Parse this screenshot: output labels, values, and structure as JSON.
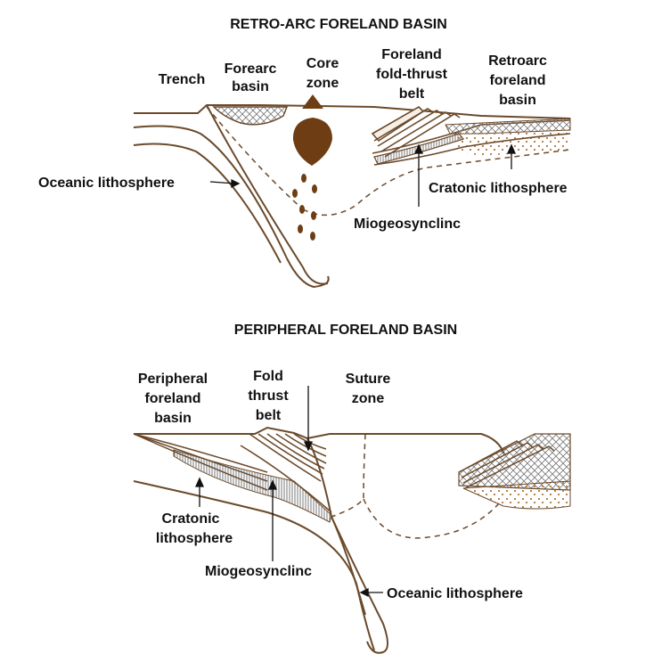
{
  "colors": {
    "outline": "#6b4a2b",
    "core": "#6e3d14",
    "sediment_fill": "#c9a37a",
    "hatch": "#8a7a6a",
    "text": "#111111"
  },
  "top_diagram": {
    "title": "RETRO-ARC FORELAND BASIN",
    "labels": {
      "trench": "Trench",
      "forearc_1": "Forearc",
      "forearc_2": "basin",
      "core_1": "Core",
      "core_2": "zone",
      "foreland_1": "Foreland",
      "foreland_2": "fold-thrust",
      "foreland_3": "belt",
      "retroarc_1": "Retroarc",
      "retroarc_2": "foreland",
      "retroarc_3": "basin",
      "oceanic": "Oceanic lithosphere",
      "cratonic": "Cratonic lithosphere",
      "miogeo": "Miogeosynclinc"
    }
  },
  "bottom_diagram": {
    "title": "PERIPHERAL FORELAND BASIN",
    "labels": {
      "peripheral_1": "Peripheral",
      "peripheral_2": "foreland",
      "peripheral_3": "basin",
      "fold_1": "Fold",
      "fold_2": "thrust",
      "fold_3": "belt",
      "suture_1": "Suture",
      "suture_2": "zone",
      "cratonic_1": "Cratonic",
      "cratonic_2": "lithosphere",
      "miogeo": "Miogeosynclinc",
      "oceanic": "Oceanic lithosphere"
    }
  }
}
